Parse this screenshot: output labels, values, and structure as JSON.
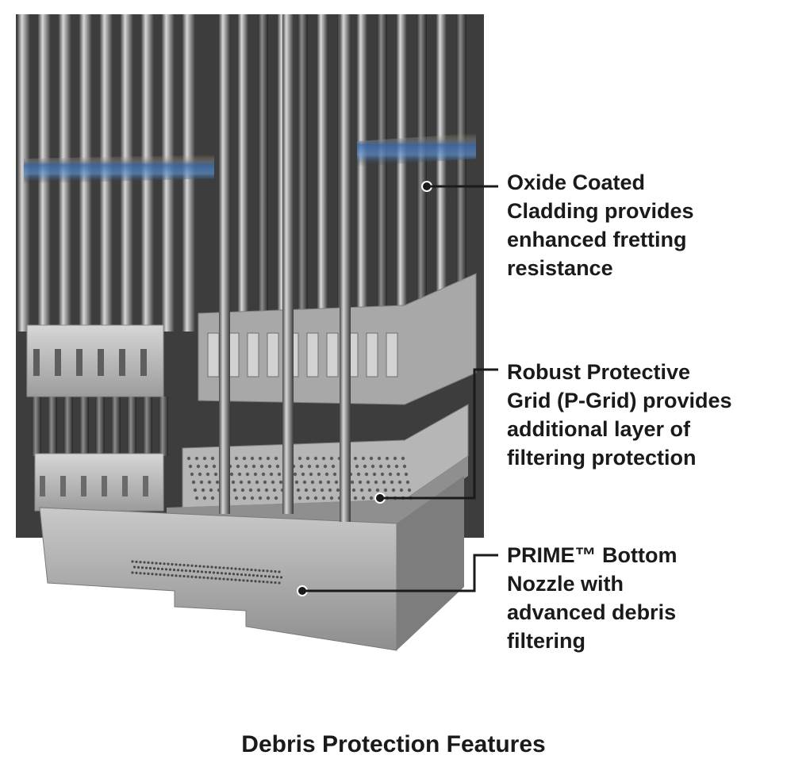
{
  "callouts": [
    {
      "lines": [
        "Oxide Coated",
        "Cladding provides",
        "enhanced fretting",
        "resistance"
      ]
    },
    {
      "lines": [
        "Robust Protective",
        "Grid (P-Grid) provides",
        "additional layer of",
        "filtering protection"
      ]
    },
    {
      "lines": [
        "PRIME™ Bottom",
        "Nozzle with",
        "advanced debris",
        "filtering"
      ]
    }
  ],
  "caption": "Debris Protection Features",
  "colors": {
    "text": "#1a1a1a",
    "leader_line": "#1a1a1a",
    "rod_metal": "#8a8a8a",
    "grid_metal": "#b4b4b4",
    "oxide_band": "#3f6aa8"
  }
}
